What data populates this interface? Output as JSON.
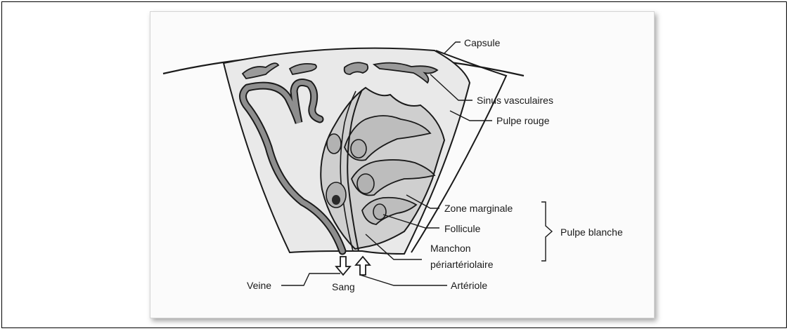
{
  "labels": {
    "capsule": "Capsule",
    "sinus": "Sinus vasculaires",
    "pulpe_rouge": "Pulpe rouge",
    "zone_marginale": "Zone marginale",
    "follicule": "Follicule",
    "pulpe_blanche": "Pulpe blanche",
    "manchon_line1": "Manchon",
    "manchon_line2": "périartériolaire",
    "veine": "Veine",
    "sang": "Sang",
    "arteriole": "Artériole"
  },
  "colors": {
    "outline": "#1a1a1a",
    "tissue_fill": "#e9e9e9",
    "vessel_fill": "#9a9a9a",
    "zone_fill": "#cfcfcf",
    "follicle_fill": "#bdbdbd"
  }
}
